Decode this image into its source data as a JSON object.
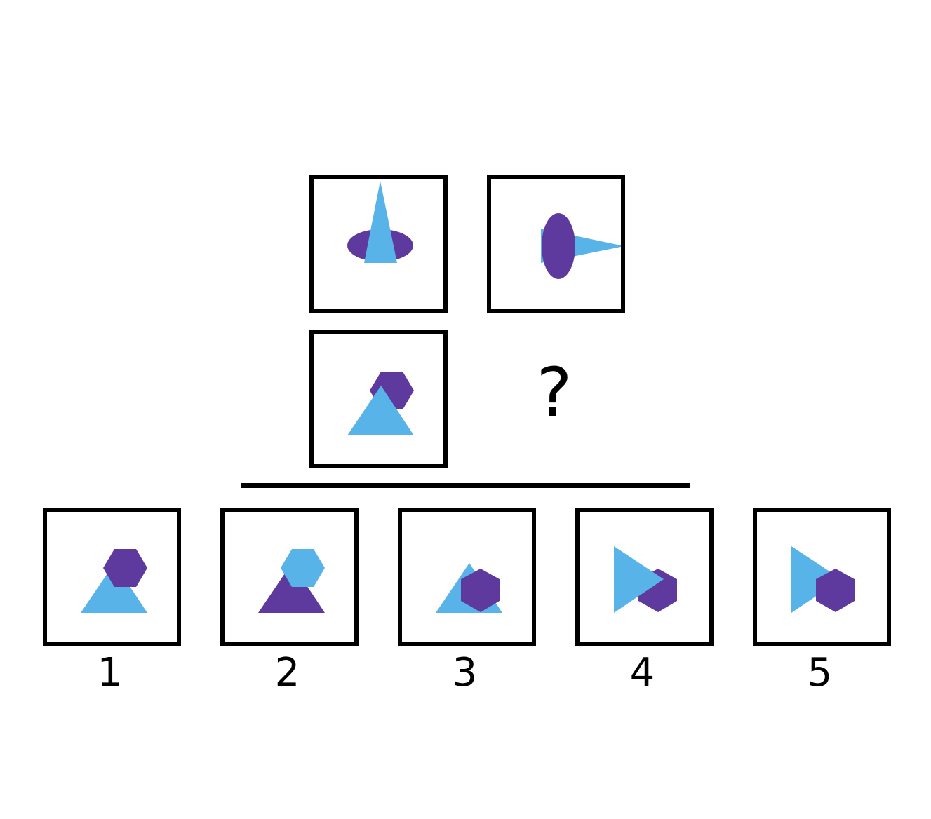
{
  "colors": {
    "blue": "#57B3E8",
    "purple": "#5E3A9E",
    "border": "#000000"
  },
  "puzzle": {
    "question_mark": "?",
    "cells": [
      {
        "name": "ellipse-with-tall-triangle"
      },
      {
        "name": "vertical-ellipse-with-right-triangle"
      },
      {
        "name": "hexagon-behind-triangle"
      }
    ]
  },
  "options": [
    {
      "label": "1",
      "name": "hexagon-over-triangle"
    },
    {
      "label": "2",
      "name": "blue-hexagon-over-purple-triangle"
    },
    {
      "label": "3",
      "name": "hexagon-over-triangle-right"
    },
    {
      "label": "4",
      "name": "right-triangle-over-hexagon"
    },
    {
      "label": "5",
      "name": "hexagon-over-right-triangle"
    }
  ]
}
